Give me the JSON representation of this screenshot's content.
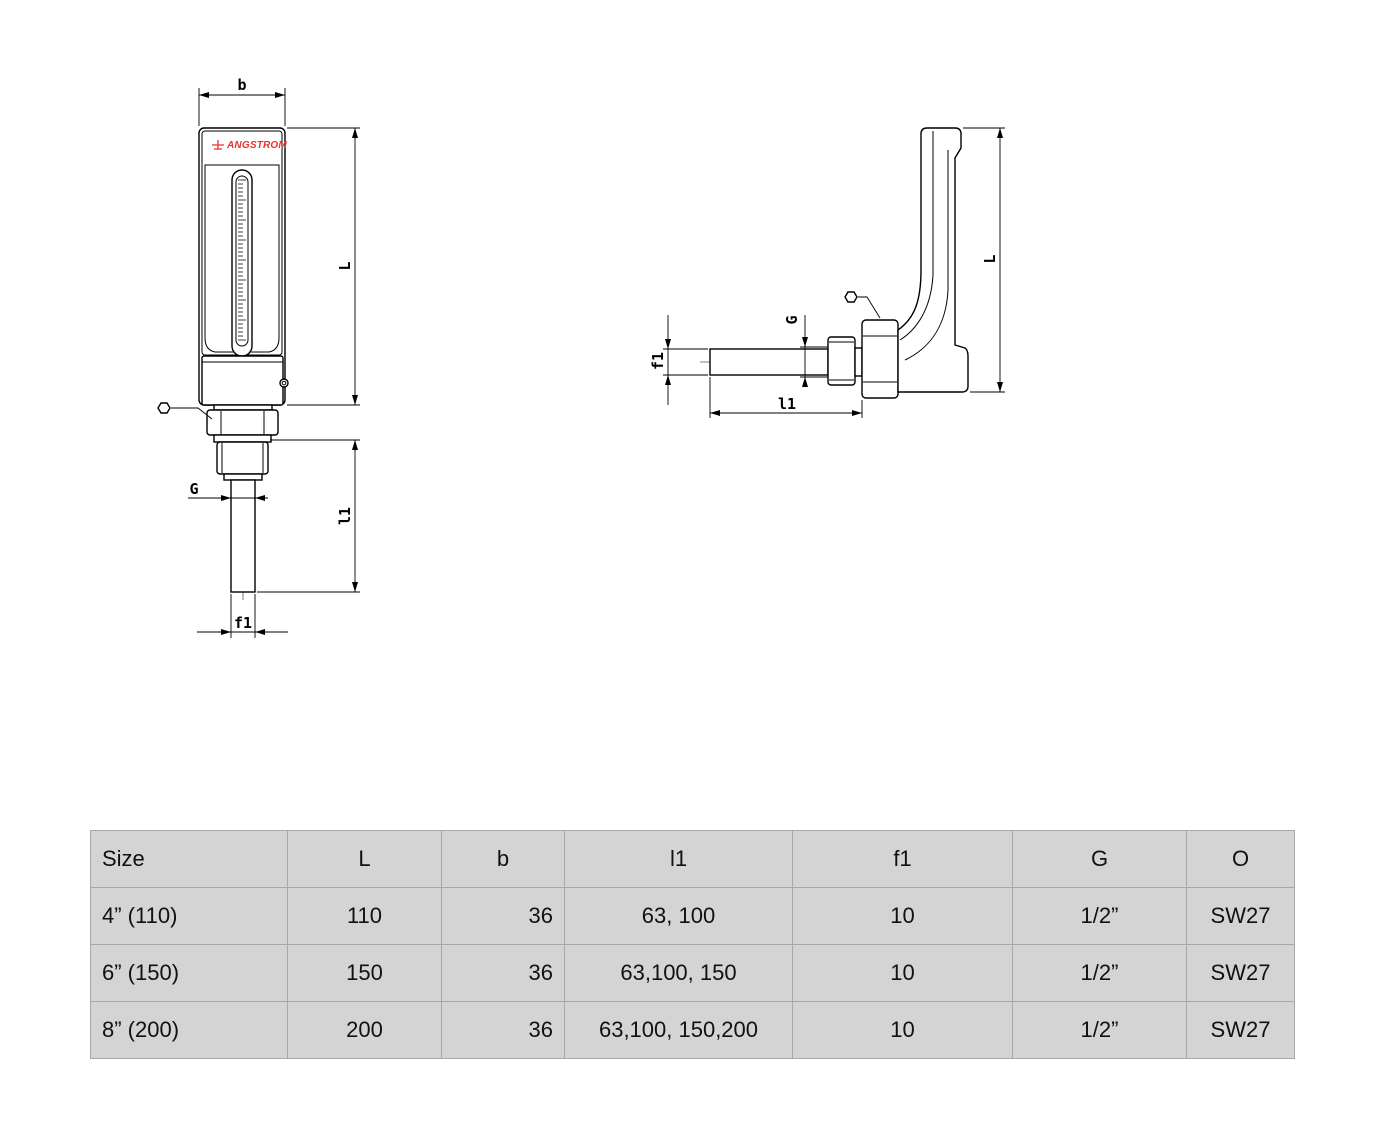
{
  "drawings": {
    "front": {
      "logo": "ANGSTROM",
      "b": "b",
      "L": "L",
      "G": "G",
      "l1": "l1",
      "f1": "f1"
    },
    "side": {
      "L": "L",
      "G": "G",
      "f1": "f1",
      "l1": "l1"
    }
  },
  "table": {
    "headers": [
      "Size",
      "L",
      "b",
      "l1",
      "f1",
      "G",
      "O"
    ],
    "rows": [
      [
        "4” (110)",
        "110",
        "36",
        "63, 100",
        "10",
        "1/2”",
        "SW27"
      ],
      [
        "6” (150)",
        "150",
        "36",
        "63,100, 150",
        "10",
        "1/2”",
        "SW27"
      ],
      [
        "8” (200)",
        "200",
        "36",
        "63,100, 150,200",
        "10",
        "1/2”",
        "SW27"
      ]
    ]
  },
  "colors": {
    "logo": "#e8322d",
    "table_background": "#d4d4d4",
    "table_border": "#a8a8a8"
  },
  "icons": [
    "hex-nut-icon"
  ]
}
